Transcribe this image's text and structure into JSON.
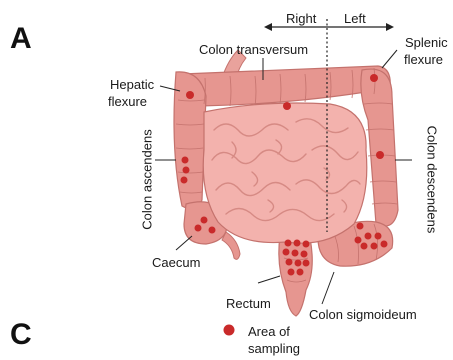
{
  "panel_labels": {
    "top": "A",
    "bottom": "C"
  },
  "direction": {
    "right": "Right",
    "left": "Left"
  },
  "labels": {
    "colon_transversum": "Colon transversum",
    "splenic_line1": "Splenic",
    "splenic_line2": "flexure",
    "hepatic_line1": "Hepatic",
    "hepatic_line2": "flexure",
    "colon_ascendens": "Colon ascendens",
    "colon_descendens": "Colon descendens",
    "caecum": "Caecum",
    "rectum": "Rectum",
    "colon_sigmoideum": "Colon sigmoideum"
  },
  "legend": {
    "line1": "Area of",
    "line2": "sampling"
  },
  "colors": {
    "sampling_dot": "#c92a2a",
    "intestine": "#f0a9a5",
    "colon": "#e08e88",
    "outline": "#c4726d"
  }
}
